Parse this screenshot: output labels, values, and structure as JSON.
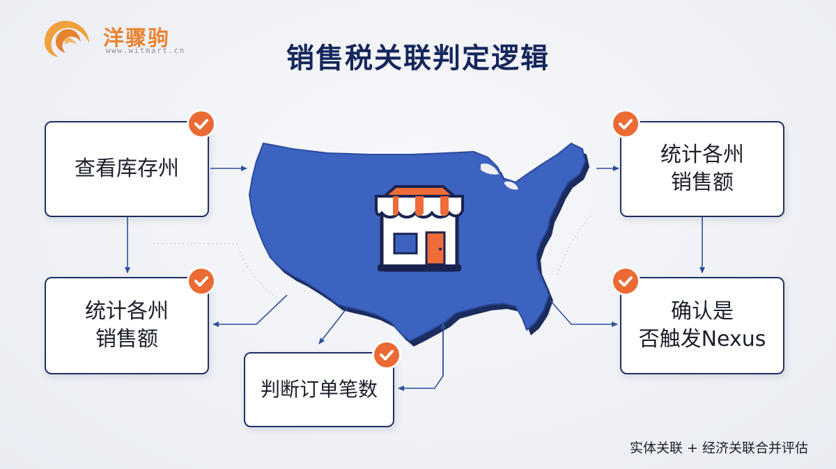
{
  "logo": {
    "name": "洋骤驹",
    "url": "www.witmart.cn",
    "accent": "#e8822e"
  },
  "title": "销售税关联判定逻辑",
  "steps": {
    "check_inventory": "查看库存州",
    "state_sales_left": "统计各州\n销售额",
    "count_orders": "判断订单笔数",
    "state_sales_right": "统计各州\n销售额",
    "confirm_nexus": "确认是\n否触发Nexus"
  },
  "footnote": "实体关联 + 经济关联合并评估",
  "colors": {
    "map_fill": "#3d63c0",
    "map_shadow": "#1b2c5e",
    "check_badge": "#ec6a33",
    "arrow": "#2e4f99",
    "card_border": "#1f2f63",
    "store_awning": "#ee6c3a"
  },
  "icons": {
    "check": "check-badge-icon",
    "store": "storefront-icon",
    "map": "usa-map-icon"
  }
}
